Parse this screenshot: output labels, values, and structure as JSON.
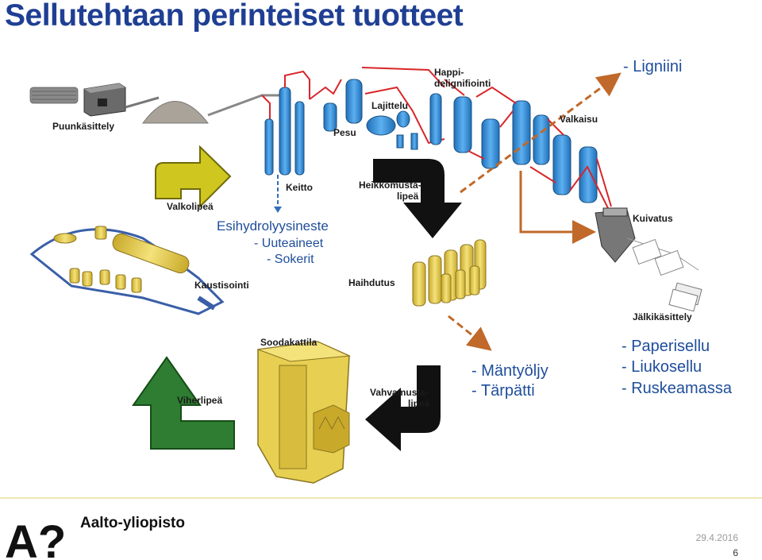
{
  "title": "Sellutehtaan perinteiset tuotteet",
  "process_labels": {
    "puunkasittely": "Puunkäsittely",
    "happi": [
      "Happi-",
      "delignifiointi"
    ],
    "lajittelu": "Lajittelu",
    "pesu": "Pesu",
    "valkaisu": "Valkaisu",
    "keitto": "Keitto",
    "heikkomustalipea": [
      "Heikkomusta-",
      "lipeä"
    ],
    "valkolipea": "Valkolipeä",
    "kuivatus": "Kuivatus",
    "kaustisointi": "Kaustisointi",
    "haihdutus": "Haihdutus",
    "jalkikasittely": "Jälkikäsittely",
    "soodakattila": "Soodakattila",
    "viherlipea": "Viherlipeä",
    "vahvamustalipea": [
      "Vahvamusta-",
      "lipeä"
    ]
  },
  "products": {
    "ligniini": "- Ligniini",
    "esihydrolyysi_title": "Esihydrolyysineste",
    "esihydrolyysi_items": [
      "- Uuteaineet",
      "- Sokerit"
    ],
    "mantyoljy": [
      "- Mäntyöljy",
      "- Tärpätti"
    ],
    "paperi": [
      "- Paperisellu",
      "- Liukosellu",
      "- Ruskeamassa"
    ]
  },
  "footer": {
    "logo": "A?",
    "university": "Aalto-yliopisto",
    "date": "29.4.2016",
    "page": "6"
  },
  "colors": {
    "title": "#1f3f93",
    "product_text": "#1f4e9b",
    "arrow_product": "#c0692a",
    "arrow_yellow": "#c9c20f",
    "arrow_green": "#2e7d32",
    "arrow_black": "#111111",
    "tank_blue": "#3b8fd6",
    "pipe_red": "#d8262a",
    "boiler_yellow": "#e9d255"
  }
}
